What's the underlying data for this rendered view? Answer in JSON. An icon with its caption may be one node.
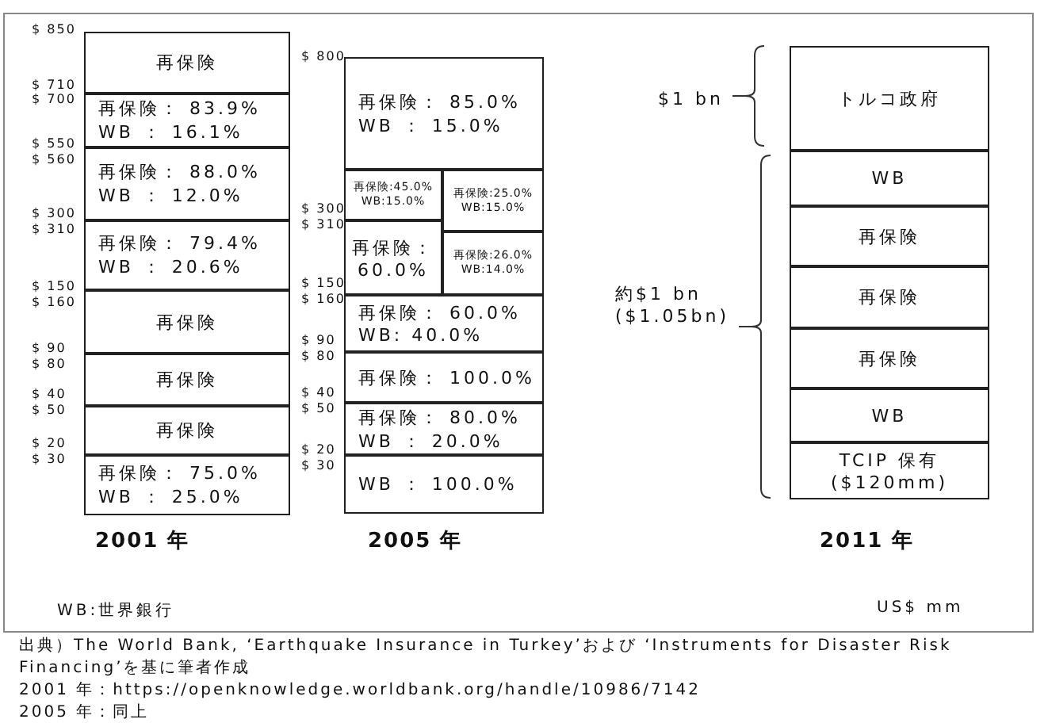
{
  "diagram": {
    "caption": "出典）The World Bank, ‘Earthquake Insurance in Turkey’および ‘Instruments for Disaster Risk Financing’を基に筆者作成",
    "nodes": [
      {
        "text": [
          "再保険"
        ]
      },
      {
        "text": [
          "再保険： 83.9%",
          "WB ： 16.1%"
        ]
      },
      {
        "text": [
          "再保険： 88.0%",
          "WB ： 12.0%"
        ]
      },
      {
        "text": [
          "再保険： 79.4%",
          "WB ： 20.6%"
        ]
      },
      {
        "text": [
          "再保険"
        ]
      },
      {
        "text": [
          "再保険"
        ]
      },
      {
        "text": [
          "再保険"
        ]
      },
      {
        "text": [
          "再保険： 75.0%",
          "WB ： 25.0%"
        ]
      },
      {
        "text": [
          "再保険： 85.0%",
          "WB ： 15.0%"
        ]
      },
      {
        "text": [
          "再保険:45.0%",
          "WB:15.0%"
        ]
      },
      {
        "text": [
          "再保険:25.0%",
          "WB:15.0%"
        ]
      },
      {
        "text": [
          "再保険： 60.0%"
        ]
      },
      {
        "text": [
          "再保険:26.0%",
          "WB:14.0%"
        ]
      },
      {
        "text": [
          "再保険： 60.0%",
          "WB: 40.0%"
        ]
      },
      {
        "text": [
          "再保険： 100.0%"
        ]
      },
      {
        "text": [
          "再保険： 80.0%",
          "WB ： 20.0%"
        ]
      },
      {
        "text": [
          "WB ： 100.0%"
        ]
      },
      {
        "text": [
          "トルコ政府"
        ]
      },
      {
        "text": [
          "WB"
        ]
      },
      {
        "text": [
          "再保険"
        ]
      },
      {
        "text": [
          "再保険"
        ]
      },
      {
        "text": [
          "再保険"
        ]
      },
      {
        "text": [
          "WB"
        ]
      },
      {
        "text": [
          "TCIP 保有",
          "($120mm)"
        ]
      }
    ],
    "labels": [
      "$ 850",
      "$ 710",
      "$ 700",
      "$ 550",
      "$ 560",
      "$ 300",
      "$ 310",
      "$ 150",
      "$ 160",
      "$ 90",
      "$ 80",
      "$ 40",
      "$ 50",
      "$ 20",
      "$ 30",
      "$ 800",
      "$ 300",
      "$ 310",
      "$ 150",
      "$ 160",
      "$ 90",
      "$ 80",
      "$ 40",
      "$ 50",
      "$ 20",
      "$ 30",
      "$1 bn",
      "約$1 bn ($1.05bn)",
      "2001 年",
      "2005 年",
      "2011 年",
      "WB:世界銀行",
      "US$ mm",
      "2001 年：https://openknowledge.worldbank.org/handle/10986/7142",
      "2005 年：同上"
    ]
  }
}
